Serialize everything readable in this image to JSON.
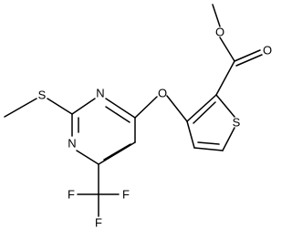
{
  "molecule": {
    "atoms": {
      "o_methyl": "O",
      "o_carbonyl": "O",
      "o_ether": "O",
      "s_methylthio": "S",
      "s_thiophene": "S",
      "n_top": "N",
      "n_bottom": "N",
      "f_left": "F",
      "f_right": "F",
      "f_bottom": "F"
    }
  }
}
